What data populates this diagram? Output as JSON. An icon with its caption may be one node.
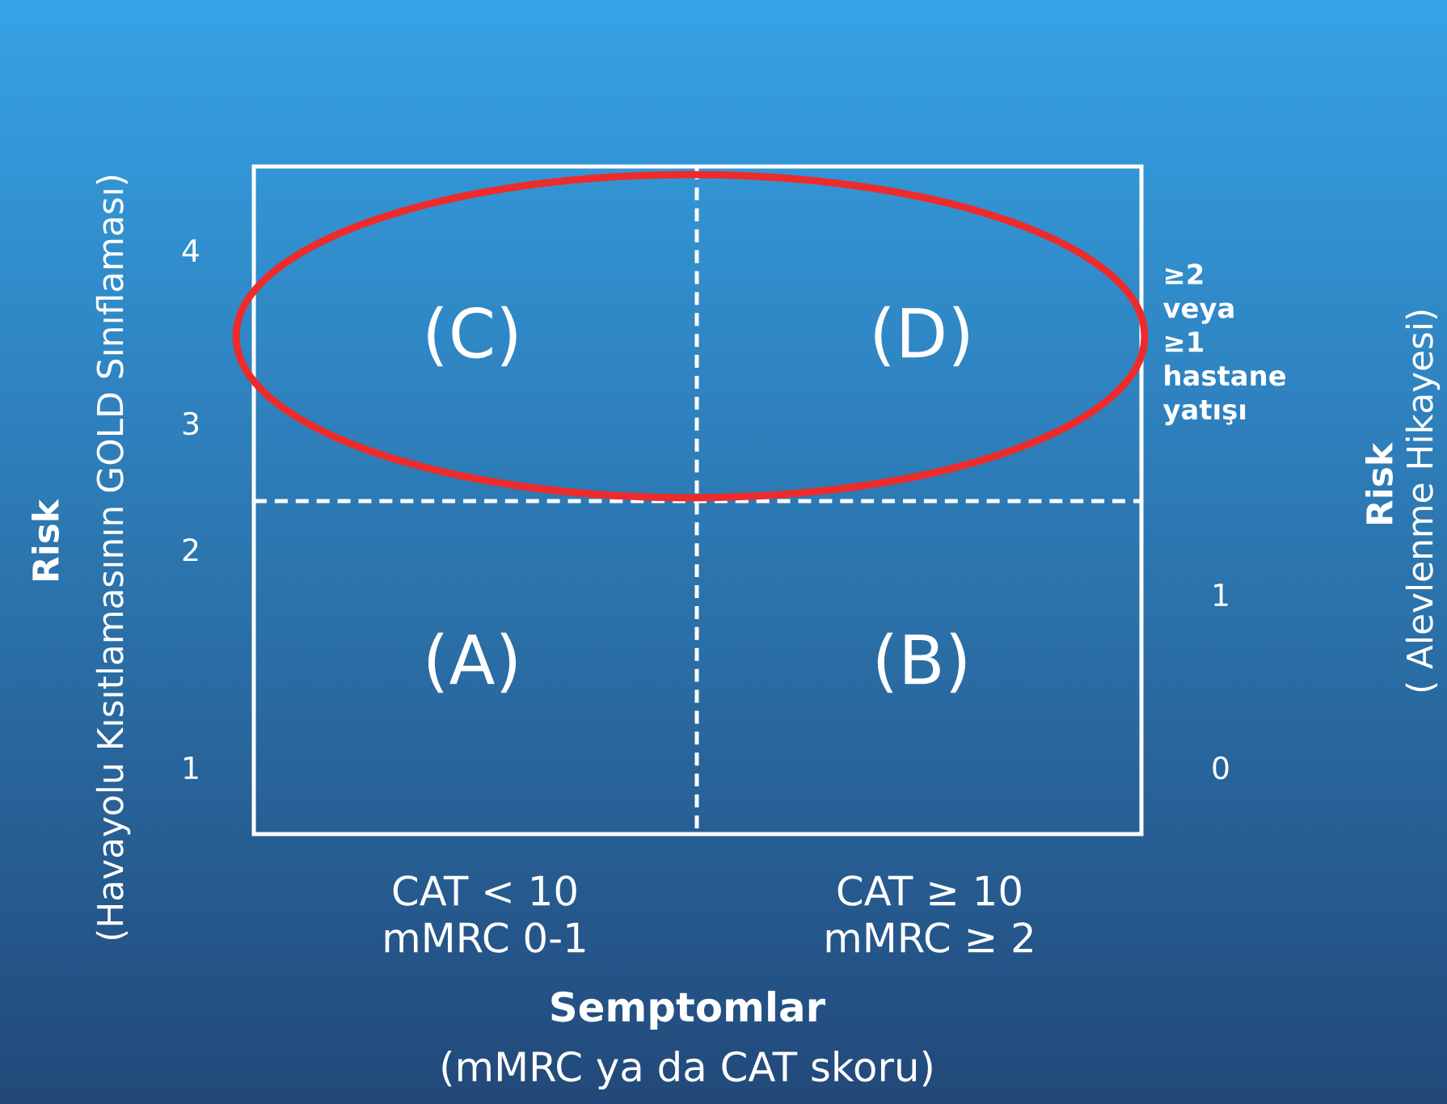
{
  "diagram": {
    "nodes": [
      {
        "text": [
          "(C)"
        ]
      },
      {
        "text": [
          "(D)"
        ]
      },
      {
        "text": [
          "(A)"
        ]
      },
      {
        "text": [
          "(B)"
        ]
      }
    ],
    "labels": [
      "Risk",
      "(Havayolu Kısıtlamasının GOLD Sınıflaması)",
      "4",
      "3",
      "2",
      "1",
      "≥2 veya ≥1 hastane yatışı",
      "1",
      "0",
      "Risk",
      "( Alevlenme Hikayesi)",
      "CAT < 10",
      "mMRC 0-1",
      "CAT ≥ 10",
      "mMRC ≥ 2",
      "Semptomlar",
      "(mMRC ya da CAT skoru)"
    ]
  }
}
